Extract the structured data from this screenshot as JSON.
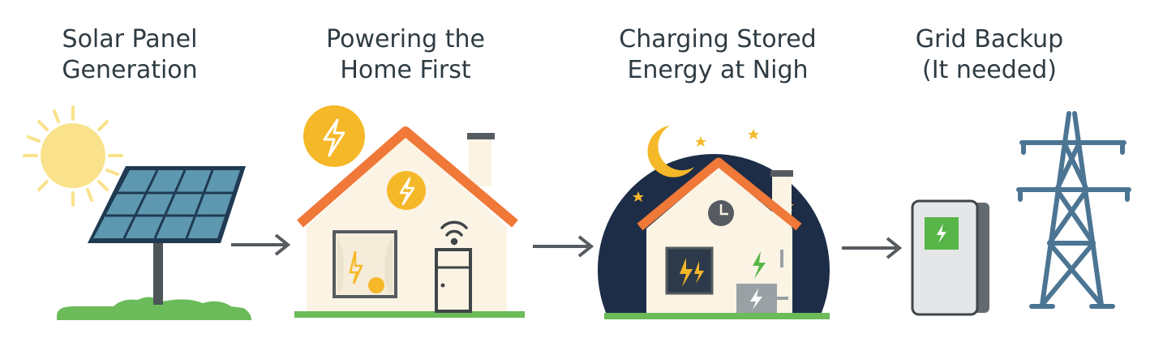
{
  "steps": [
    {
      "title_line1": "Solar Panel",
      "title_line2": "Generation"
    },
    {
      "title_line1": "Powering the",
      "title_line2": "Home First"
    },
    {
      "title_line1": "Charging Stored",
      "title_line2": "Energy at Nigh"
    },
    {
      "title_line1": "Grid Backup",
      "title_line2": "(It needed)"
    }
  ],
  "colors": {
    "text": "#2e3b42",
    "sun": "#f9e28b",
    "panel": "#5e98b0",
    "roof": "#f07838",
    "house": "#fbf3e4",
    "grass": "#6bbb5a",
    "night": "#1d2d47",
    "bolt_yellow": "#f5b829",
    "bolt_green": "#58b548",
    "arrow": "#555b60",
    "tower": "#4c7594"
  },
  "icons": [
    "sun-icon",
    "solar-panel-icon",
    "house-icon",
    "wifi-icon",
    "moon-icon",
    "clock-icon",
    "battery-icon",
    "pylon-icon",
    "arrow-right-icon",
    "lightning-icon"
  ]
}
